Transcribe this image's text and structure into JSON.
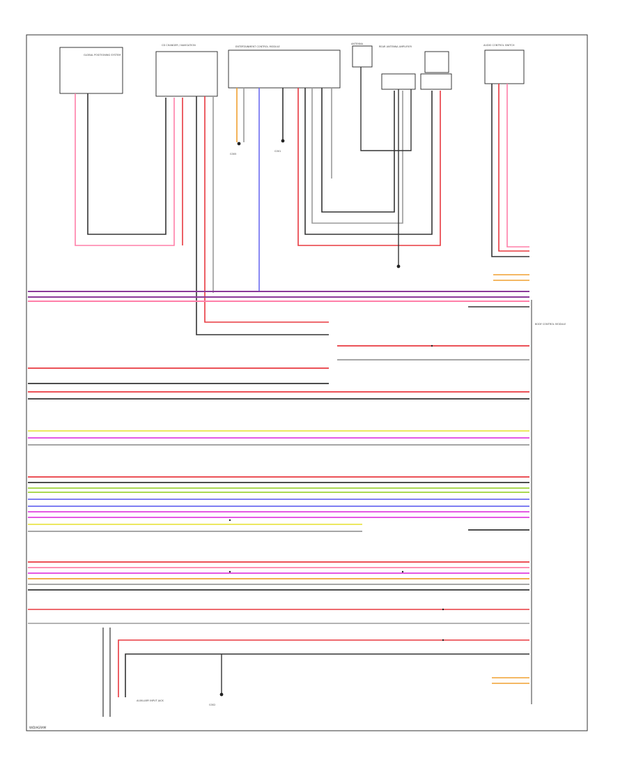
{
  "diagram": {
    "page_label": "W/DIAGRAM",
    "components": {
      "upper_left": "GLOBAL POSITIONING SYSTEM",
      "upper_mid": "CD CHANGER / NAVIGATION",
      "upper_center": "ENTERTAINMENT CONTROL MODULE",
      "upper_right_a": "ANTENNA",
      "upper_right_b": "REAR ANTENNA AMPLIFIER",
      "upper_right_c": "AUDIO CONTROL SWITCH",
      "right_module": "BODY CONTROL MODULE",
      "bottom_left": "AUXILIARY INPUT JACK",
      "ground_a": "G305",
      "ground_b": "G301",
      "ground_c": "G302"
    },
    "colors": {
      "red": "#e8383f",
      "pink": "#ff7fa8",
      "black": "#333333",
      "gray": "#9a9a9a",
      "purple": "#8a3a9a",
      "blue": "#6c6cf0",
      "green": "#9ed23a",
      "yellow": "#e9e44a",
      "orange": "#f0a030",
      "magenta": "#e040e0",
      "brown": "#a0602a"
    }
  }
}
